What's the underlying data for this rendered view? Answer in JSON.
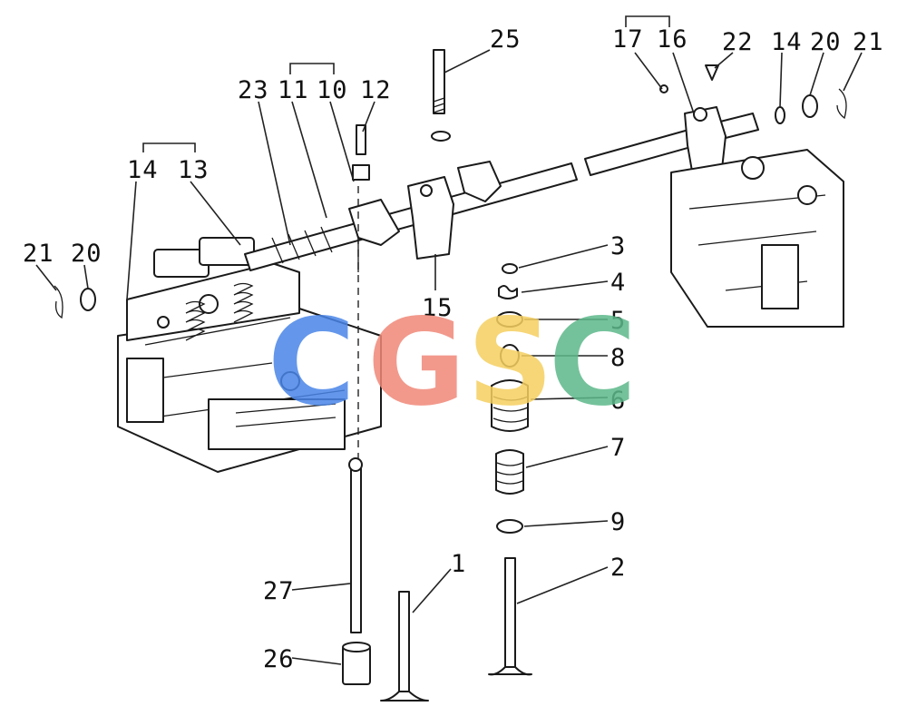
{
  "diagram": {
    "callouts": [
      "1",
      "2",
      "3",
      "4",
      "5",
      "6",
      "7",
      "8",
      "9",
      "10",
      "11",
      "12",
      "13",
      "14",
      "15",
      "16",
      "17",
      "20",
      "21",
      "22",
      "23",
      "25",
      "26",
      "27"
    ],
    "watermark": {
      "letters": [
        "C",
        "G",
        "S",
        "C"
      ],
      "colors": [
        "#4a86e8",
        "#f08878",
        "#f5d060",
        "#5cb88a"
      ]
    }
  }
}
